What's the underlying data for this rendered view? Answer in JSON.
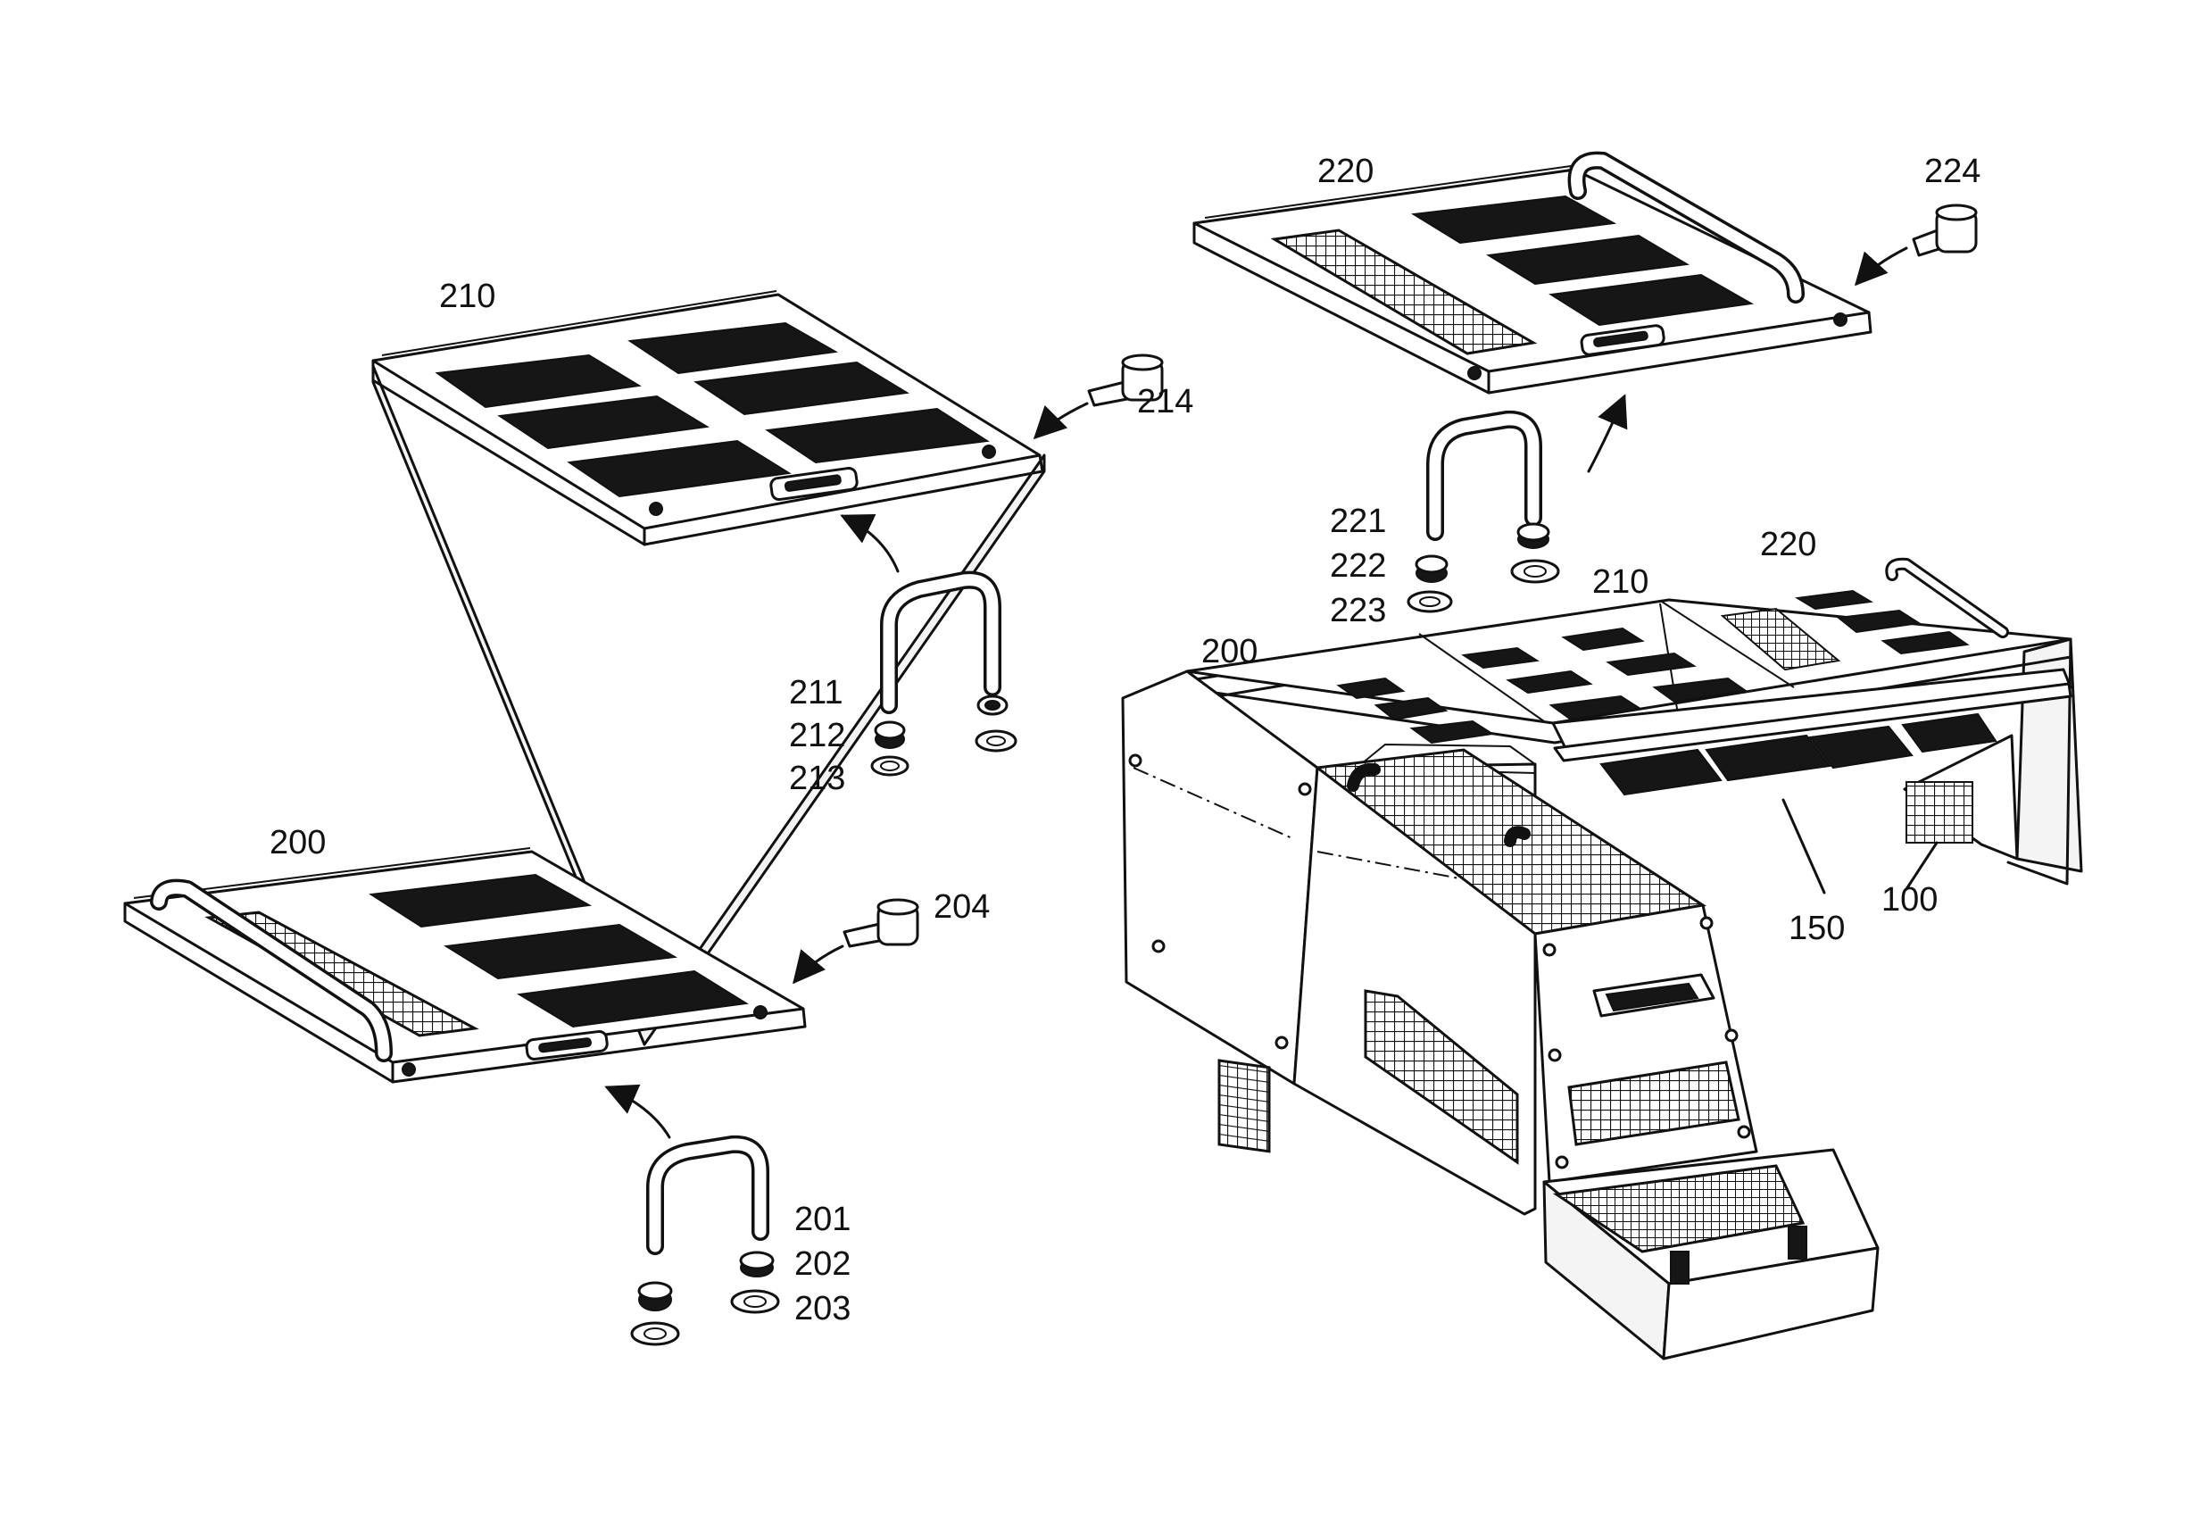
{
  "labels": {
    "l200a": "200",
    "l200b": "200",
    "l201": "201",
    "l202": "202",
    "l203": "203",
    "l204": "204",
    "l210a": "210",
    "l210b": "210",
    "l211": "211",
    "l212": "212",
    "l213": "213",
    "l214": "214",
    "l220a": "220",
    "l220b": "220",
    "l221": "221",
    "l222": "222",
    "l223": "223",
    "l224": "224",
    "l150": "150",
    "l100": "100"
  }
}
